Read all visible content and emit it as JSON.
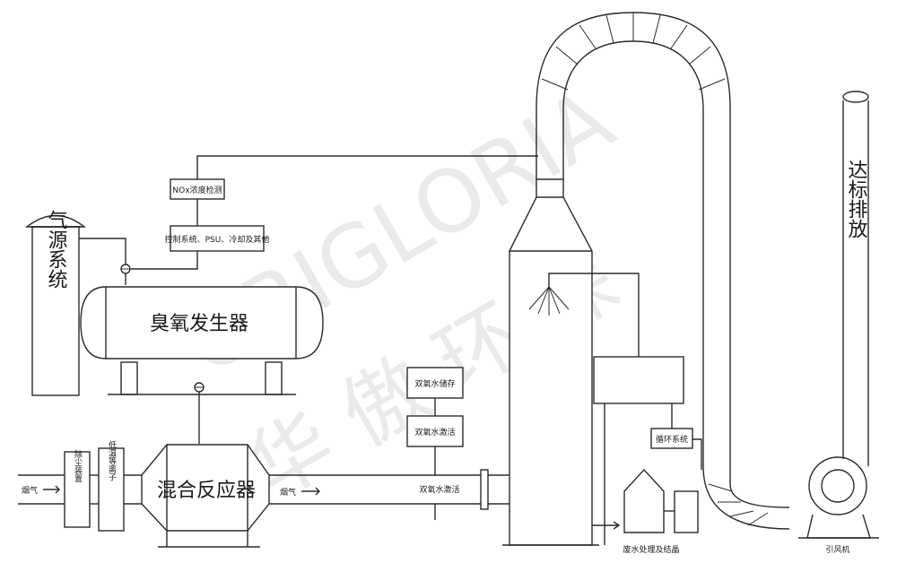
{
  "labels": {
    "gas_source": "气源系统",
    "ozone_generator": "臭氧发生器",
    "nox_detect": "NOx浓度检测",
    "control_system": "控制系统、PSU、冷却及其他",
    "flue_gas_in": "烟气",
    "dust_removal": "除尘装置",
    "low_temp_plasma": "低温等离子",
    "mixing_reactor": "混合反应器",
    "flue_gas_mid": "烟气",
    "h2o2_storage": "双氧水储存",
    "h2o2_activation_top": "双氧水激活",
    "h2o2_activation_pipe": "双氧水激活",
    "circulation": "循环系统",
    "wastewater": "废水处理及结晶",
    "fan": "引风机",
    "emission": "达标排放"
  },
  "watermark": {
    "latin": "ORIGLORIA",
    "chinese": "华 傲 环 保"
  }
}
